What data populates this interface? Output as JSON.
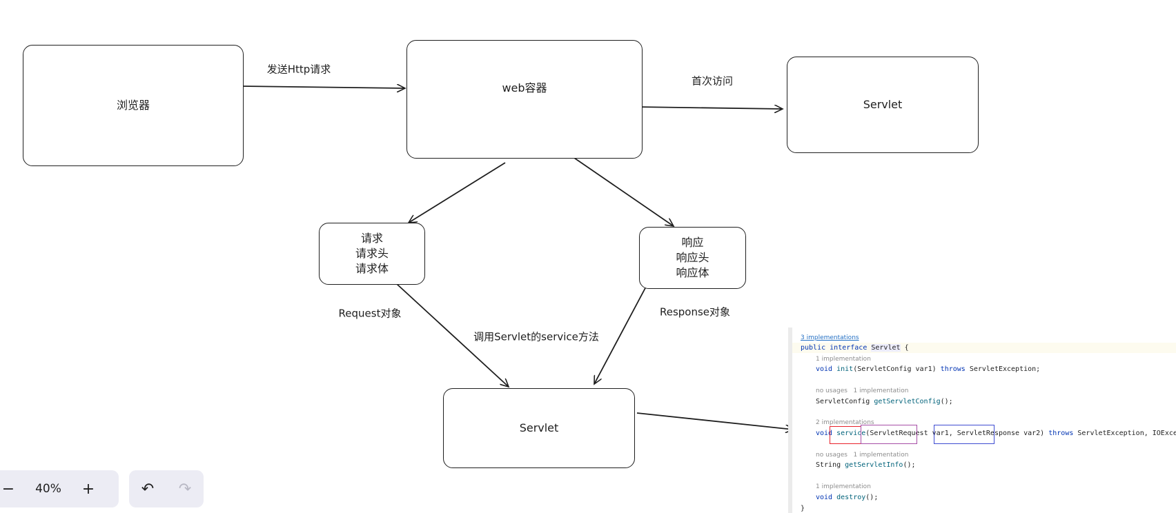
{
  "diagram": {
    "nodes": {
      "browser": "浏览器",
      "web_container": "web容器",
      "servlet_top": "Servlet",
      "request_box": [
        "请求",
        "请求头",
        "请求体"
      ],
      "response_box": [
        "响应",
        "响应头",
        "响应体"
      ],
      "servlet_bottom": "Servlet"
    },
    "edge_labels": {
      "send_http": "发送Http请求",
      "first_visit": "首次访问",
      "request_object": "Request对象",
      "response_object": "Response对象",
      "call_service": "调用Servlet的service方法"
    }
  },
  "code": {
    "impl_link": "3 implementations",
    "lines": {
      "decl": [
        "public",
        "interface",
        "Servlet",
        "{"
      ],
      "hint1": "1 implementation",
      "init": [
        "void",
        "init",
        "(ServletConfig var1)",
        "throws",
        "ServletException;"
      ],
      "hint2": "no usages   1 implementation",
      "getconfig": [
        "ServletConfig",
        "getServletConfig",
        "();"
      ],
      "hint3": "2 implementations",
      "service": [
        "void",
        "service",
        "(",
        "ServletRequest",
        " var1, ",
        "ServletResponse",
        " var2)",
        "throws",
        "ServletException, IOException;"
      ],
      "hint4": "no usages   1 implementation",
      "getinfo": [
        "String",
        "getServletInfo",
        "();"
      ],
      "hint5": "1 implementation",
      "destroy": [
        "void",
        "destroy",
        "();"
      ],
      "close": "}"
    },
    "highlight_colors": {
      "service": "#e8202a",
      "request": "#a64ca6",
      "response": "#3d4bd1"
    }
  },
  "toolbar": {
    "zoom_out": "−",
    "zoom_level": "40%",
    "zoom_in": "+",
    "undo": "↶",
    "redo": "↷"
  }
}
